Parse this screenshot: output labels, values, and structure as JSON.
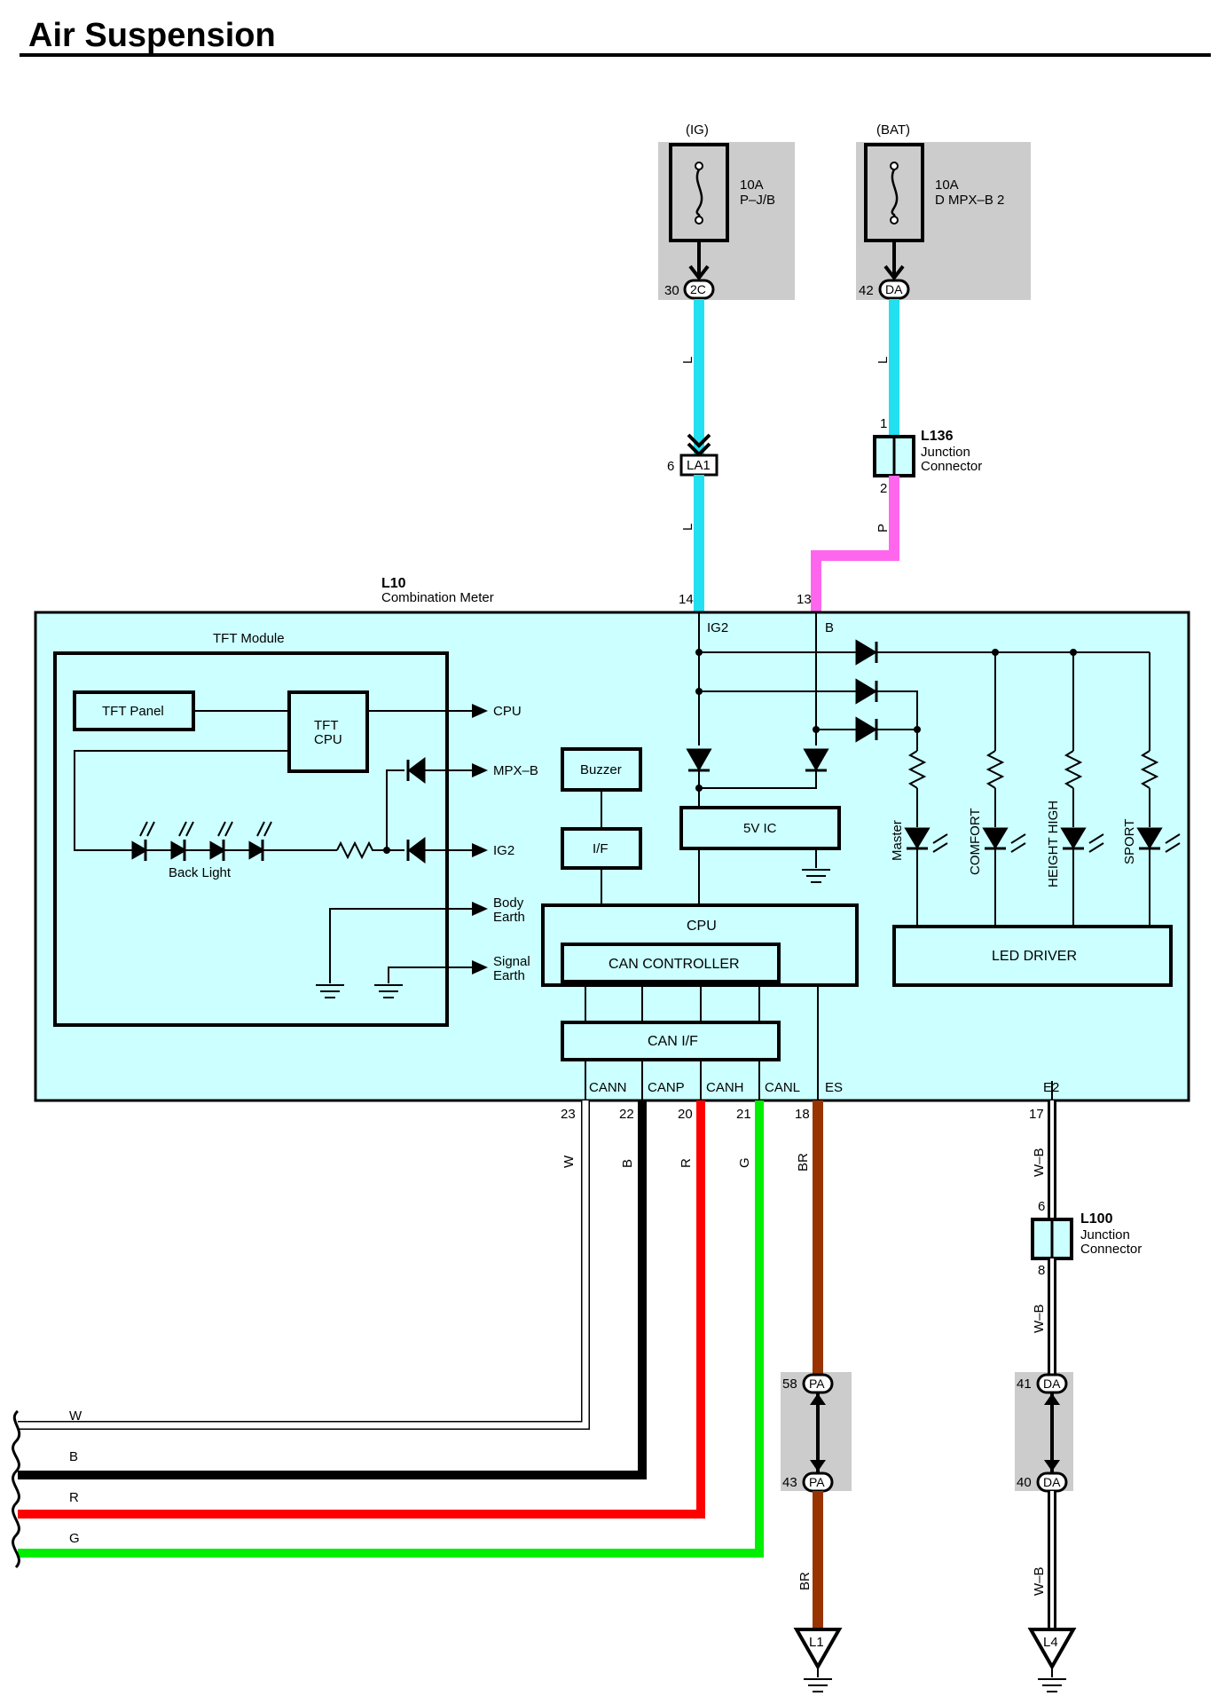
{
  "title": "Air Suspension",
  "colors": {
    "meter_fill": "#ccffff",
    "shade": "#cccccc",
    "wire_L": "#22e0f0",
    "wire_P": "#ff66ee",
    "wire_B": "#000000",
    "wire_R": "#ff0000",
    "wire_G": "#00ee00",
    "wire_BR": "#993300",
    "wire_W": "#ffffff",
    "wire_WB": "#ffffff"
  },
  "power": {
    "ig": {
      "source": "(IG)",
      "amps": "10A",
      "name": "P–J/B",
      "pin": "30",
      "connector": "2C"
    },
    "bat": {
      "source": "(BAT)",
      "amps": "10A",
      "name": "D MPX–B 2",
      "pin": "42",
      "connector": "DA"
    }
  },
  "la1": {
    "pin": "6",
    "connector": "LA1"
  },
  "l136": {
    "id": "L136",
    "line1": "Junction",
    "line2": "Connector",
    "pin_in": "1",
    "pin_out": "2"
  },
  "l100": {
    "id": "L100",
    "line1": "Junction",
    "line2": "Connector",
    "pin_in": "6",
    "pin_out": "8"
  },
  "meter": {
    "id": "L10",
    "name": "Combination Meter",
    "pin_ig2": "14",
    "pin_b": "13",
    "label_ig2": "IG2",
    "label_b": "B"
  },
  "tft": {
    "title": "TFT Module",
    "panel": "TFT Panel",
    "cpu_line1": "TFT",
    "cpu_line2": "CPU",
    "back_light": "Back Light",
    "out_cpu": "CPU",
    "out_mpxb": "MPX–B",
    "out_ig2": "IG2",
    "out_body_1": "Body",
    "out_body_2": "Earth",
    "out_signal_1": "Signal",
    "out_signal_2": "Earth"
  },
  "blocks": {
    "buzzer": "Buzzer",
    "if": "I/F",
    "ic5v": "5V IC",
    "cpu": "CPU",
    "can_controller": "CAN CONTROLLER",
    "can_if": "CAN I/F",
    "led_driver": "LED DRIVER"
  },
  "leds": [
    "Master",
    "COMFORT",
    "HEIGHT HIGH",
    "SPORT"
  ],
  "bottom_terminals": [
    {
      "label": "CANN",
      "pin": "23",
      "wire": "W"
    },
    {
      "label": "CANP",
      "pin": "22",
      "wire": "B"
    },
    {
      "label": "CANH",
      "pin": "20",
      "wire": "R"
    },
    {
      "label": "CANL",
      "pin": "21",
      "wire": "G"
    },
    {
      "label": "ES",
      "pin": "18",
      "wire": "BR"
    },
    {
      "label": "E2",
      "pin": "17",
      "wire": "W–B"
    }
  ],
  "wire_labels": {
    "l_top": "L",
    "l_mid": "L",
    "l_upper": "L",
    "p": "P",
    "br_bottom": "BR",
    "wb_mid": "W–B",
    "wb_bottom": "W–B"
  },
  "left_wires": [
    "W",
    "B",
    "R",
    "G"
  ],
  "pa": {
    "pin_top": "58",
    "pin_bottom": "43",
    "connector": "PA"
  },
  "da": {
    "pin_top": "41",
    "pin_bottom": "40",
    "connector": "DA"
  },
  "grounds": [
    "L1",
    "L4"
  ]
}
